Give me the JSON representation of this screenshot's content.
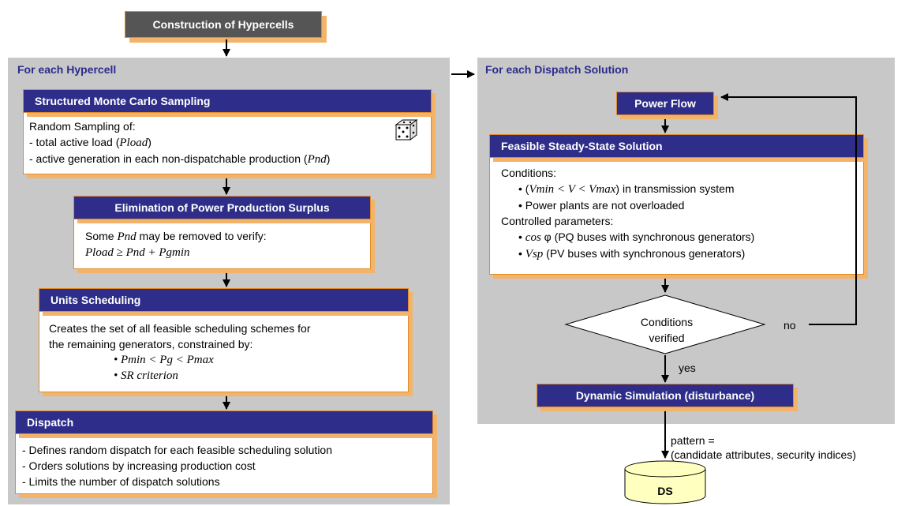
{
  "top_title": "Construction of Hypercells",
  "left_panel": {
    "title": "For each Hypercell",
    "sampling": {
      "header": "Structured Monte Carlo Sampling",
      "lines": [
        "Random Sampling of:",
        "- total active load (",
        "Pload",
        ")",
        "- active generation in each non-dispatchable production (",
        "Pnd",
        ")"
      ]
    },
    "elimination": {
      "header": "Elimination of Power Production Surplus",
      "line1_a": "Some ",
      "line1_b": "Pnd",
      "line1_c": " may be removed to verify:",
      "line2": "Pload ≥ Pnd + Pgmin"
    },
    "scheduling": {
      "header": "Units Scheduling",
      "line1": "Creates the set of all feasible scheduling schemes for",
      "line2": "the remaining generators, constrained by:",
      "bullet1": "• Pmin < Pg < Pmax",
      "bullet2": "• SR criterion"
    },
    "dispatch": {
      "header": "Dispatch",
      "line1": "- Defines random dispatch for each feasible scheduling solution",
      "line2": "- Orders solutions by increasing production cost",
      "line3": "- Limits the number of dispatch solutions"
    }
  },
  "right_panel": {
    "title": "For each Dispatch Solution",
    "power_flow": "Power Flow",
    "feasible": {
      "header": "Feasible Steady-State Solution",
      "conditions": "Conditions:",
      "c1_a": "• (",
      "c1_b": "Vmin < V < Vmax",
      "c1_c": ") in transmission system",
      "c2": "• Power plants are not overloaded",
      "controlled": "Controlled parameters:",
      "p1_a": "• ",
      "p1_b": "cos",
      "p1_c": " φ (PQ buses with synchronous generators)",
      "p2_a": "• ",
      "p2_b": "Vsp",
      "p2_c": " (PV buses with synchronous generators)"
    },
    "decision_line1": "Conditions",
    "decision_line2": "verified",
    "no_label": "no",
    "yes_label": "yes",
    "dynamic": "Dynamic Simulation (disturbance)"
  },
  "pattern_label_1": "pattern =",
  "pattern_label_2": "(candidate attributes, security indices)",
  "ds_label": "DS",
  "colors": {
    "panel": "#c8c8c8",
    "header": "#2e2e8a",
    "title_text": "#2b2b8c",
    "shadow": "#f3b46a",
    "border": "#e08a2a",
    "cylinder": "#ffffc0"
  }
}
